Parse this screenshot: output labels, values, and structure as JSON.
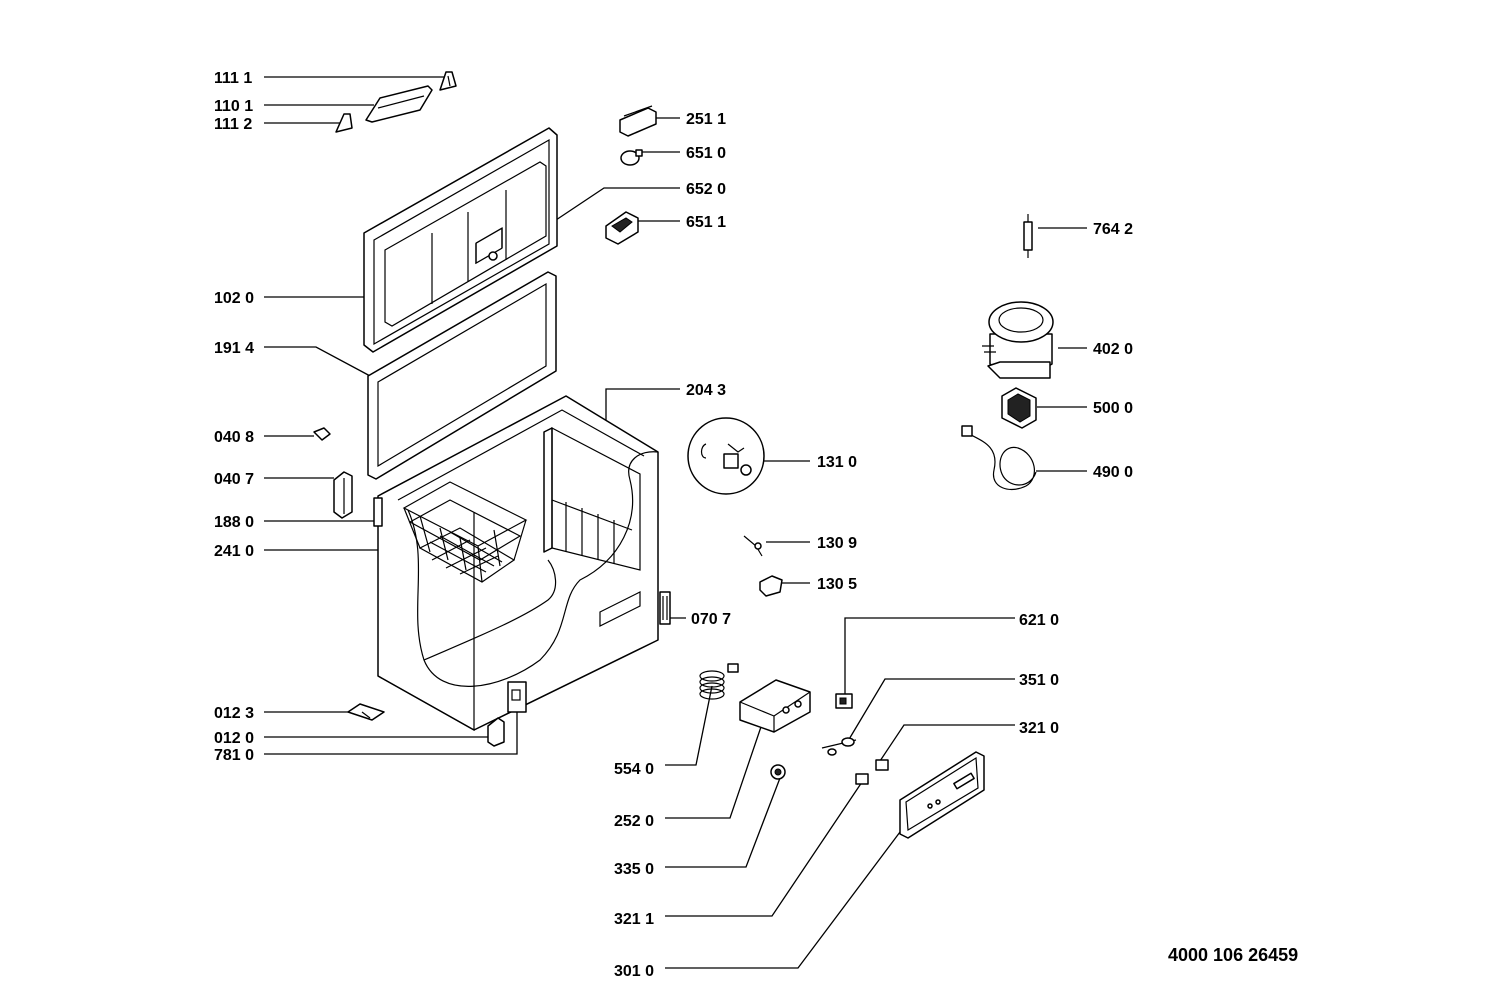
{
  "document_number": "4000 106 26459",
  "callouts": {
    "c1111": "111 1",
    "c1101": "110 1",
    "c1112": "111 2",
    "c1020": "102 0",
    "c1914": "191 4",
    "c0408": "040 8",
    "c0407": "040 7",
    "c1880": "188 0",
    "c2410": "241 0",
    "c0123": "012 3",
    "c0120": "012 0",
    "c7810": "781 0",
    "c2511": "251 1",
    "c6510": "651 0",
    "c6520": "652 0",
    "c6511": "651 1",
    "c2043": "204 3",
    "c1310": "131 0",
    "c1309": "130 9",
    "c1305": "130 5",
    "c0707": "070 7",
    "c6210": "621 0",
    "c3510": "351 0",
    "c3210": "321 0",
    "c5540": "554 0",
    "c2520": "252 0",
    "c3350": "335 0",
    "c3211": "321 1",
    "c3010": "301 0",
    "c7642": "764 2",
    "c4020": "402 0",
    "c5000": "500 0",
    "c4900": "490 0"
  }
}
